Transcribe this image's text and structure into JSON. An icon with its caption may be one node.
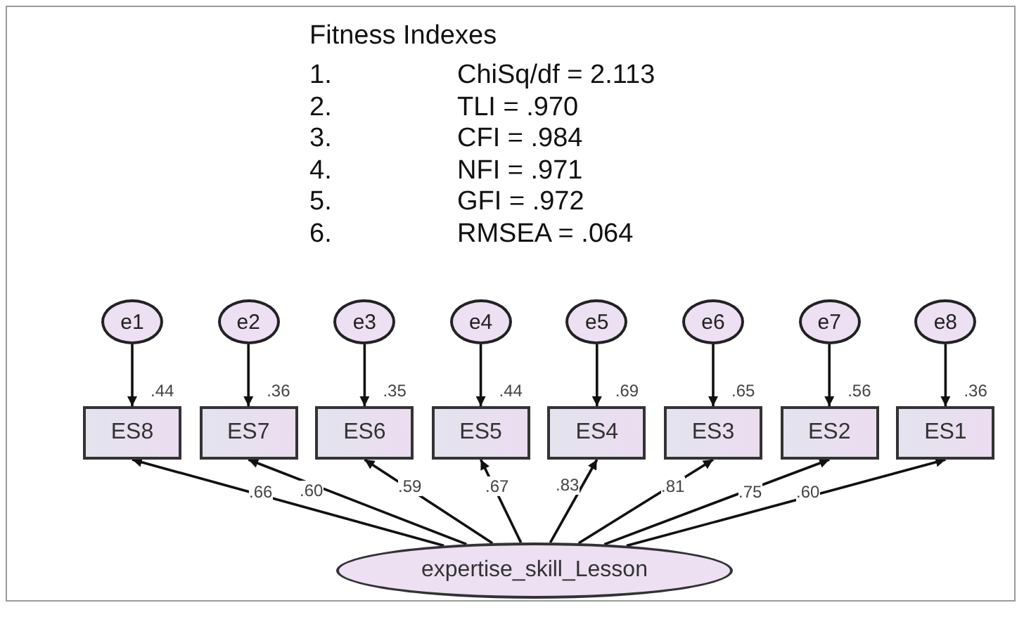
{
  "diagram": {
    "title": "Fitness Indexes",
    "nodes": [
      {
        "text": [
          "e1"
        ]
      },
      {
        "text": [
          "e2"
        ]
      },
      {
        "text": [
          "e3"
        ]
      },
      {
        "text": [
          "e4"
        ]
      },
      {
        "text": [
          "e5"
        ]
      },
      {
        "text": [
          "e6"
        ]
      },
      {
        "text": [
          "e7"
        ]
      },
      {
        "text": [
          "e8"
        ]
      },
      {
        "text": [
          "ES8"
        ],
        "beside": [
          ".44"
        ]
      },
      {
        "text": [
          "ES7"
        ],
        "beside": [
          ".36"
        ]
      },
      {
        "text": [
          "ES6"
        ],
        "beside": [
          ".35"
        ]
      },
      {
        "text": [
          "ES5"
        ],
        "beside": [
          ".44"
        ]
      },
      {
        "text": [
          "ES4"
        ],
        "beside": [
          ".69"
        ]
      },
      {
        "text": [
          "ES3"
        ],
        "beside": [
          ".65"
        ]
      },
      {
        "text": [
          "ES2"
        ],
        "beside": [
          ".56"
        ]
      },
      {
        "text": [
          "ES1"
        ],
        "beside": [
          ".36"
        ]
      },
      {
        "text": [
          "expertise_skill_Lesson"
        ]
      }
    ],
    "edges": [
      {
        "from": 0,
        "to": 8,
        "arrow": "to"
      },
      {
        "from": 1,
        "to": 9,
        "arrow": "to"
      },
      {
        "from": 2,
        "to": 10,
        "arrow": "to"
      },
      {
        "from": 3,
        "to": 11,
        "arrow": "to"
      },
      {
        "from": 4,
        "to": 12,
        "arrow": "to"
      },
      {
        "from": 5,
        "to": 13,
        "arrow": "to"
      },
      {
        "from": 6,
        "to": 14,
        "arrow": "to"
      },
      {
        "from": 7,
        "to": 15,
        "arrow": "to"
      },
      {
        "from": 16,
        "to": 8,
        "arrow": "to",
        "label": ".66"
      },
      {
        "from": 16,
        "to": 9,
        "arrow": "to",
        "label": ".60"
      },
      {
        "from": 16,
        "to": 10,
        "arrow": "to",
        "label": ".59"
      },
      {
        "from": 16,
        "to": 11,
        "arrow": "to",
        "label": ".67"
      },
      {
        "from": 16,
        "to": 12,
        "arrow": "to",
        "label": ".83"
      },
      {
        "from": 16,
        "to": 13,
        "arrow": "to",
        "label": ".81"
      },
      {
        "from": 16,
        "to": 14,
        "arrow": "to",
        "label": ".75"
      },
      {
        "from": 16,
        "to": 15,
        "arrow": "to",
        "label": ".60"
      }
    ],
    "labels": [
      "1.",
      "ChiSq/df = 2.113",
      "2.",
      "TLI = .970",
      "3.",
      "CFI = .984",
      "4.",
      "NFI = .971",
      "5.",
      "GFI = .972",
      "6.",
      "RMSEA = .064"
    ]
  }
}
